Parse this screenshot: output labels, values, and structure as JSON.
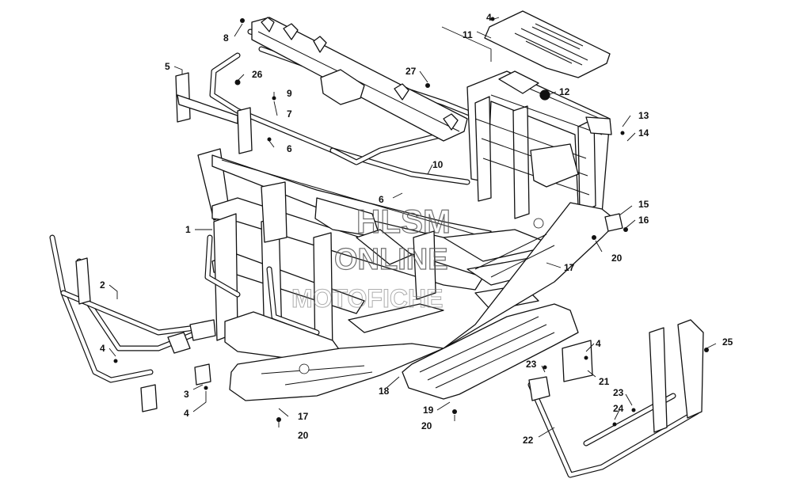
{
  "diagram": {
    "watermark": {
      "line1": "HLSM",
      "line2": "ONLINE",
      "line3": "MOTOFICHE"
    },
    "callouts": {
      "c1": "1",
      "c2": "2",
      "c3": "3",
      "c4a": "4",
      "c4b": "4",
      "c4c": "4",
      "c4d": "4",
      "c5": "5",
      "c6a": "6",
      "c6b": "6",
      "c7": "7",
      "c8": "8",
      "c9": "9",
      "c10": "10",
      "c11": "11",
      "c12": "12",
      "c13": "13",
      "c14": "14",
      "c15": "15",
      "c16": "16",
      "c17a": "17",
      "c17b": "17",
      "c18": "18",
      "c19": "19",
      "c20a": "20",
      "c20b": "20",
      "c20c": "20",
      "c21": "21",
      "c22": "22",
      "c23a": "23",
      "c23b": "23",
      "c24": "24",
      "c25": "25",
      "c26": "26",
      "c27": "27"
    }
  }
}
